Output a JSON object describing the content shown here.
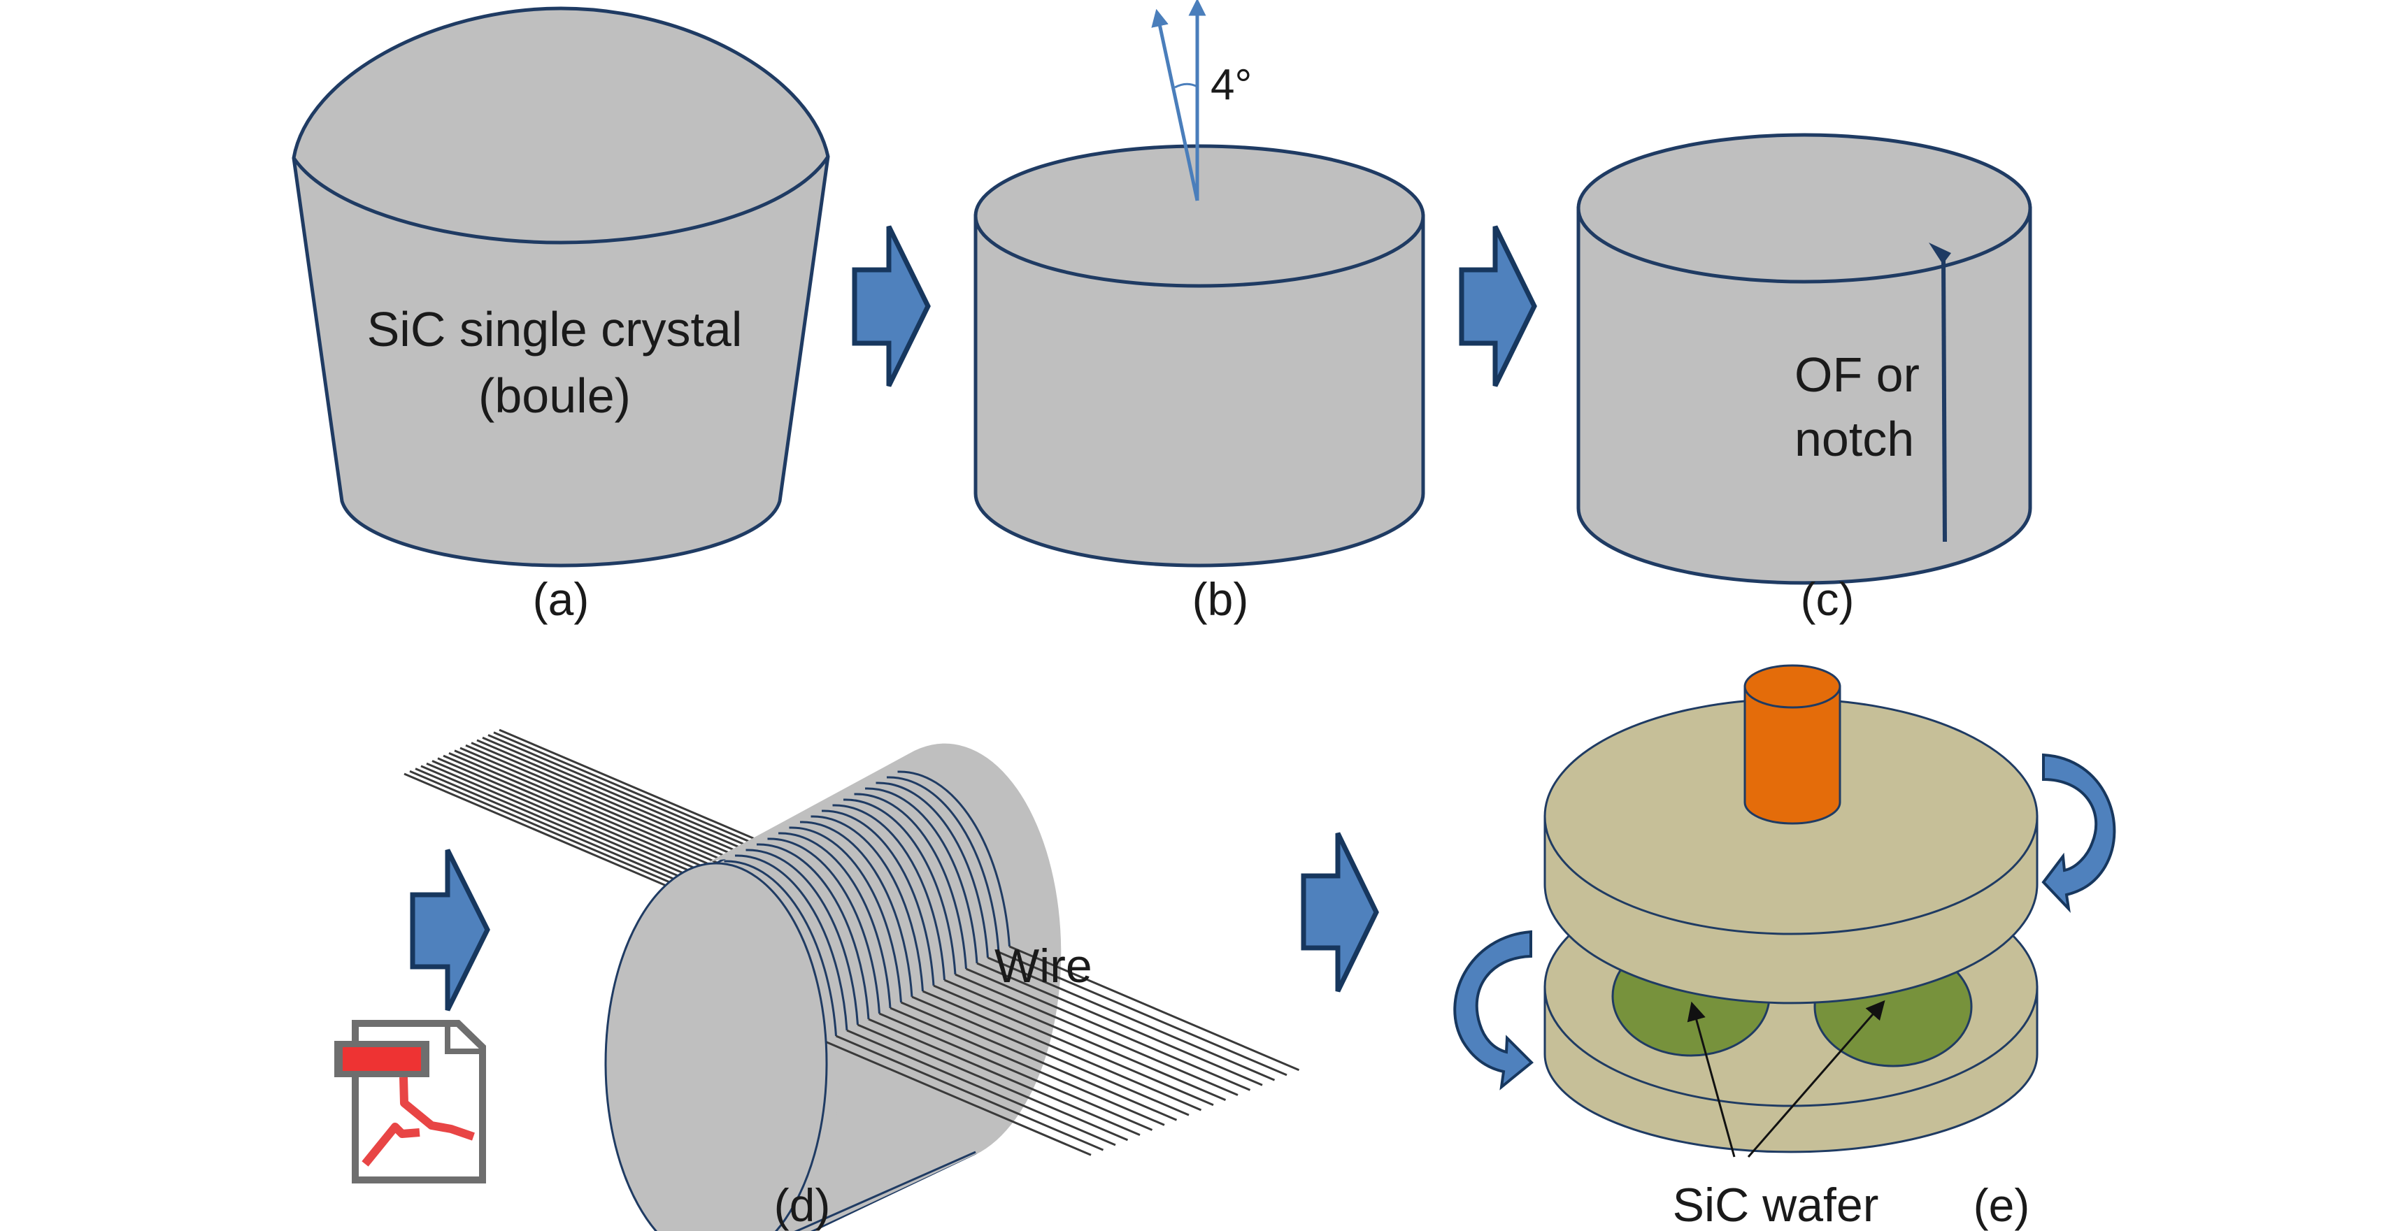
{
  "figure": {
    "title": "SiC wafer manufacturing process",
    "panels": {
      "a": {
        "label": "(a)",
        "text_line1": "SiC single crystal",
        "text_line2": "(boule)"
      },
      "b": {
        "label": "(b)",
        "angle_label": "4°"
      },
      "c": {
        "label": "(c)",
        "text_line1": "OF or",
        "text_line2": "notch"
      },
      "d": {
        "label": "(d)",
        "wire_label": "Wire",
        "wire_count": 18
      },
      "e": {
        "label": "(e)",
        "wafer_label": "SiC wafer"
      }
    },
    "icons": {
      "step_arrow": "block-arrow-right-icon",
      "pdf": "pdf-file-icon",
      "rotation": "curved-rotation-arrow-icon"
    },
    "colors": {
      "crystal_fill": "#bfbfbf",
      "outline": "#1f3b63",
      "step_arrow": "#4f81bd",
      "axis_arrow": "#4a7ebb",
      "plate": "#c6bf98",
      "wafer": "#77923c",
      "spindle": "#e46c0a",
      "pdf_red": "#ee3333"
    }
  }
}
